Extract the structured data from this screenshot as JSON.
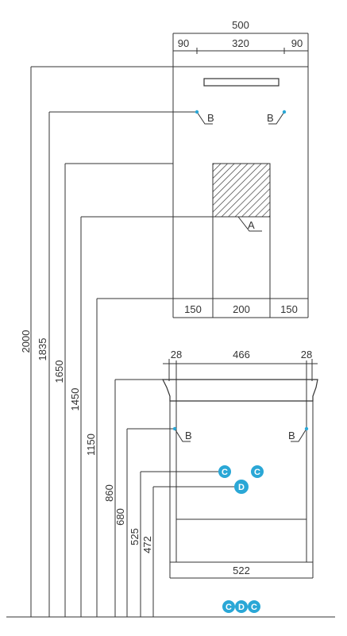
{
  "colors": {
    "line": "#333333",
    "accent": "#2aa7d6",
    "badge_text": "#ffffff"
  },
  "top_unit": {
    "width_total": "500",
    "width_left": "90",
    "width_center": "320",
    "width_right": "90",
    "bottom_left": "150",
    "bottom_center": "200",
    "bottom_right": "150",
    "label_b_left": "B",
    "label_b_right": "B",
    "label_a": "A"
  },
  "bottom_unit": {
    "width_left": "28",
    "width_center": "466",
    "width_right": "28",
    "width_bottom": "522",
    "label_b_left": "B",
    "label_b_right": "B",
    "badge_c1": "C",
    "badge_c2": "C",
    "badge_d": "D",
    "floor_c1": "C",
    "floor_d": "D",
    "floor_c2": "C"
  },
  "heights": {
    "h2000": "2000",
    "h1835": "1835",
    "h1650": "1650",
    "h1450": "1450",
    "h1150": "1150",
    "h860": "860",
    "h680": "680",
    "h525": "525",
    "h472": "472"
  }
}
